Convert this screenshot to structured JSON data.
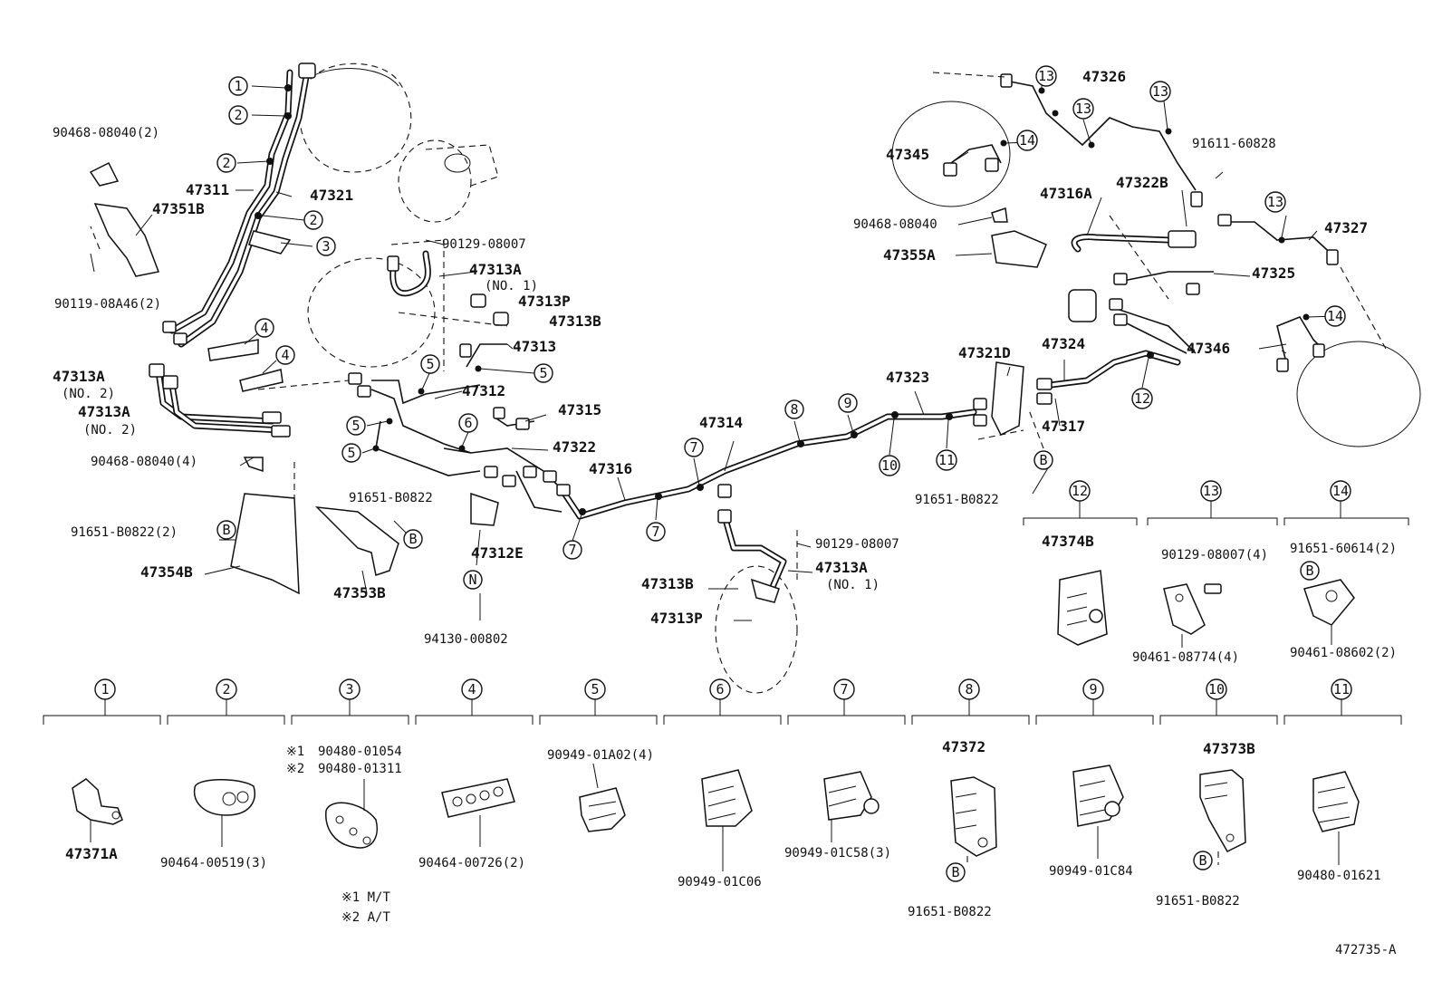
{
  "diagram": {
    "code": "472735-A",
    "part_labels": {
      "p90468_08040_2": "90468-08040(2)",
      "p47351B": "47351B",
      "p90119_08A46_2": "90119-08A46(2)",
      "p47311": "47311",
      "p47321": "47321",
      "p90129_08007_a": "90129-08007",
      "p47313A_no1_a": "47313A",
      "no1_a": "(NO. 1)",
      "p47313P_a": "47313P",
      "p47313B_a": "47313B",
      "p47313": "47313",
      "p47313A_no2_a": "47313A",
      "no2_a": "(NO. 2)",
      "p47313A_no2_b": "47313A",
      "no2_b": "(NO. 2)",
      "p47312": "47312",
      "p47315": "47315",
      "p47322": "47322",
      "p90468_08040_4": "90468-08040(4)",
      "p47316": "47316",
      "p91651_B0822_a": "91651-B0822",
      "p91651_B0822_2": "91651-B0822(2)",
      "p47312E": "47312E",
      "p47354B": "47354B",
      "p47353B": "47353B",
      "p94130_00802": "94130-00802",
      "p47314": "47314",
      "p90129_08007_b": "90129-08007",
      "p47313B_b": "47313B",
      "p47313A_no1_b": "47313A",
      "no1_b": "(NO. 1)",
      "p47313P_b": "47313P",
      "p47323": "47323",
      "p47321D": "47321D",
      "p47324": "47324",
      "p47317": "47317",
      "p91651_B0822_b": "91651-B0822",
      "p47326": "47326",
      "p47345": "47345",
      "p91611_60828": "91611-60828",
      "p47316A": "47316A",
      "p47322B": "47322B",
      "p90468_08040_b": "90468-08040",
      "p47327": "47327",
      "p47355A": "47355A",
      "p47325": "47325",
      "p47346": "47346",
      "p47374B": "47374B",
      "p90129_08007_4": "90129-08007(4)",
      "p91651_60614_2": "91651-60614(2)",
      "p90461_08774_4": "90461-08774(4)",
      "p90461_08602_2": "90461-08602(2)"
    },
    "callouts": {
      "c1": "1",
      "c2": "2",
      "c3": "3",
      "c4": "4",
      "c5": "5",
      "c6": "6",
      "c7": "7",
      "c8": "8",
      "c9": "9",
      "c10": "10",
      "c11": "11",
      "c12": "12",
      "c13": "13",
      "c14": "14",
      "b": "B",
      "n": "N"
    },
    "legend_items": [
      {
        "num": "1",
        "part": "47371A"
      },
      {
        "num": "2",
        "part": "90464-00519(3)"
      },
      {
        "num": "3",
        "part_1": "90480-01054",
        "part_2": "90480-01311",
        "mark_1": "※1",
        "mark_2": "※2",
        "note_1": "※1 M/T",
        "note_2": "※2 A/T"
      },
      {
        "num": "4",
        "part": "90464-00726(2)"
      },
      {
        "num": "5",
        "part": "90949-01A02(4)"
      },
      {
        "num": "6",
        "part": "90949-01C06"
      },
      {
        "num": "7",
        "part": "90949-01C58(3)"
      },
      {
        "num": "8",
        "part": "47372",
        "part_b": "91651-B0822"
      },
      {
        "num": "9",
        "part": "90949-01C84"
      },
      {
        "num": "10",
        "part": "47373B",
        "part_b": "91651-B0822"
      },
      {
        "num": "11",
        "part": "90480-01621"
      }
    ],
    "upper_legend": [
      {
        "num": "12"
      },
      {
        "num": "13"
      },
      {
        "num": "14"
      }
    ]
  }
}
